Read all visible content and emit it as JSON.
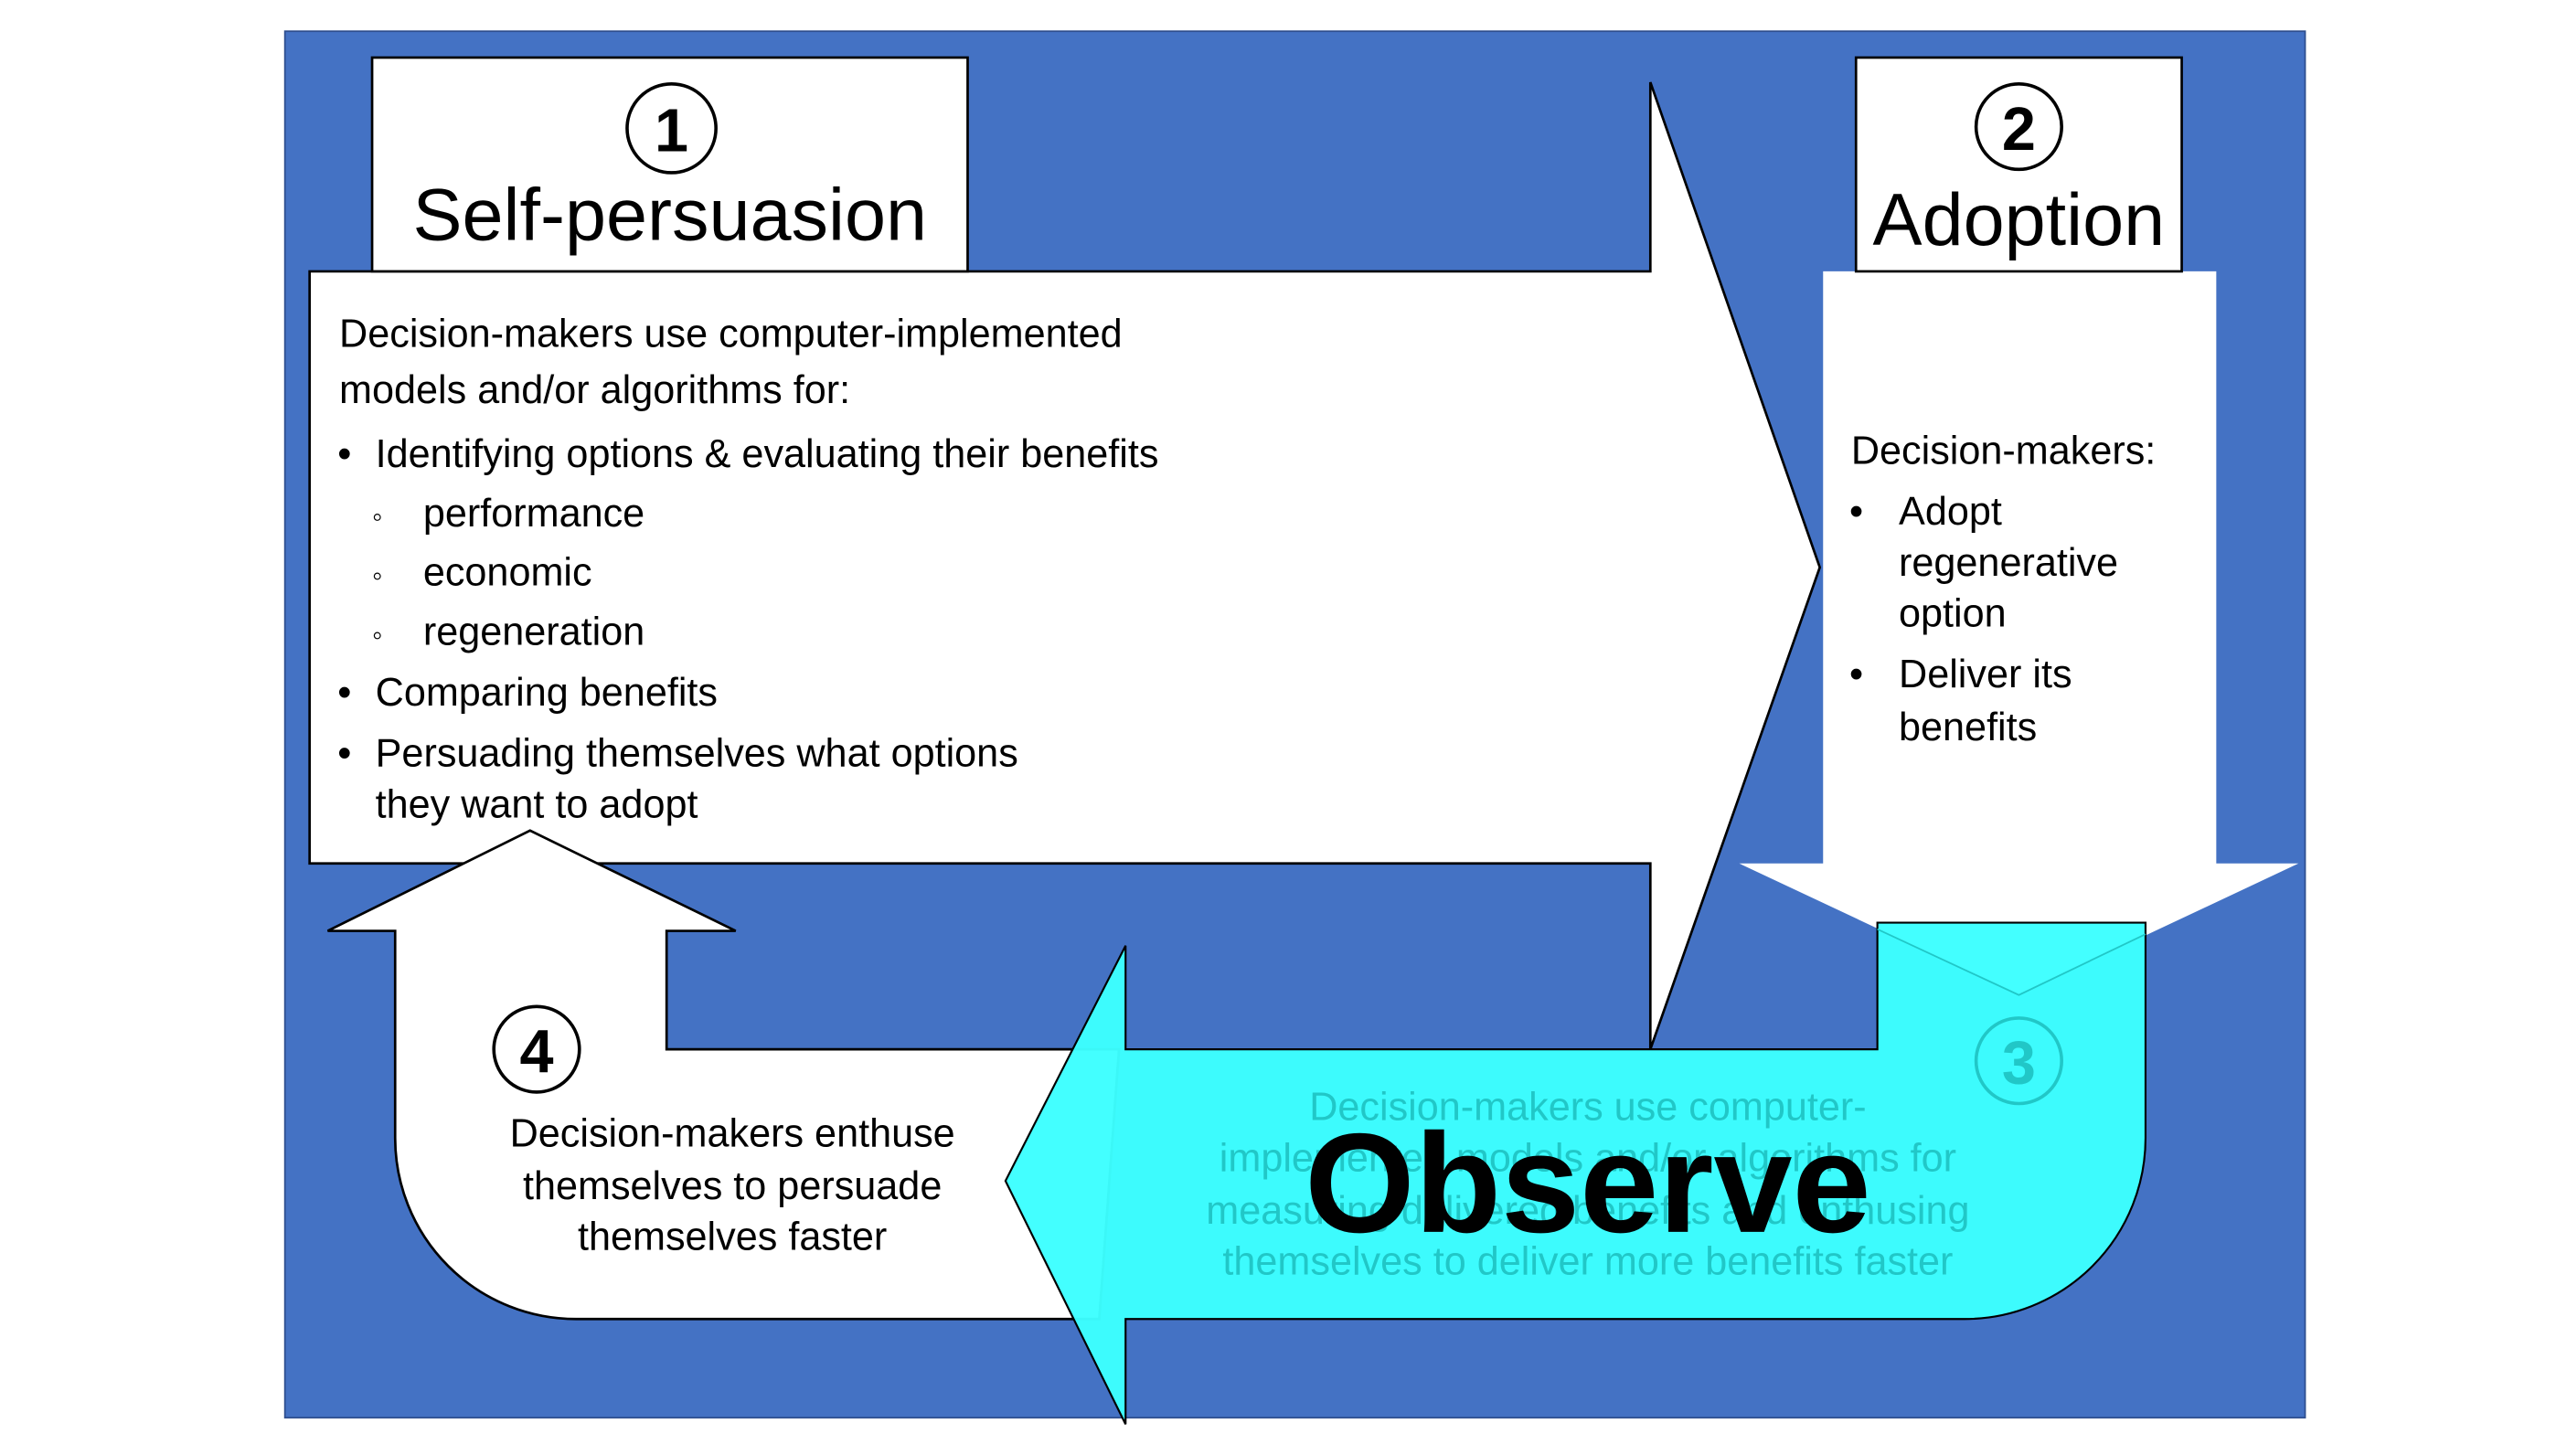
{
  "colors": {
    "background": "#4472c4",
    "box": "#ffffff",
    "observe_arrow": "#3dffff",
    "observe_text": "#21c7c7",
    "outline": "#000000"
  },
  "step1": {
    "number": "1",
    "title": "Self-persuasion",
    "intro_line1": "Decision-makers use computer-implemented",
    "intro_line2": "models and/or algorithms for:",
    "bullet": "•",
    "sub_bullet": "◦",
    "item1": "Identifying options & evaluating their benefits",
    "sub1": "performance",
    "sub2": "economic",
    "sub3": "regeneration",
    "item2": "Comparing benefits",
    "item3_line1": "Persuading themselves what options",
    "item3_line2": "they want to adopt"
  },
  "step2": {
    "number": "2",
    "title": "Adoption",
    "intro": "Decision-makers:",
    "bullet": "•",
    "item1_line1": "Adopt",
    "item1_line2": "regenerative",
    "item1_line3": "option",
    "item2_line1": "Deliver its",
    "item2_line2": "benefits"
  },
  "step3": {
    "number": "3",
    "line1": "Decision-makers use computer-",
    "line2": "implemented models and/or algorithms for",
    "line3": "measuring delivered benefits and enthusing",
    "line4": "themselves to deliver more benefits faster",
    "overlay": "Observe"
  },
  "step4": {
    "number": "4",
    "line1": "Decision-makers enthuse",
    "line2": "themselves to persuade",
    "line3": "themselves faster"
  }
}
